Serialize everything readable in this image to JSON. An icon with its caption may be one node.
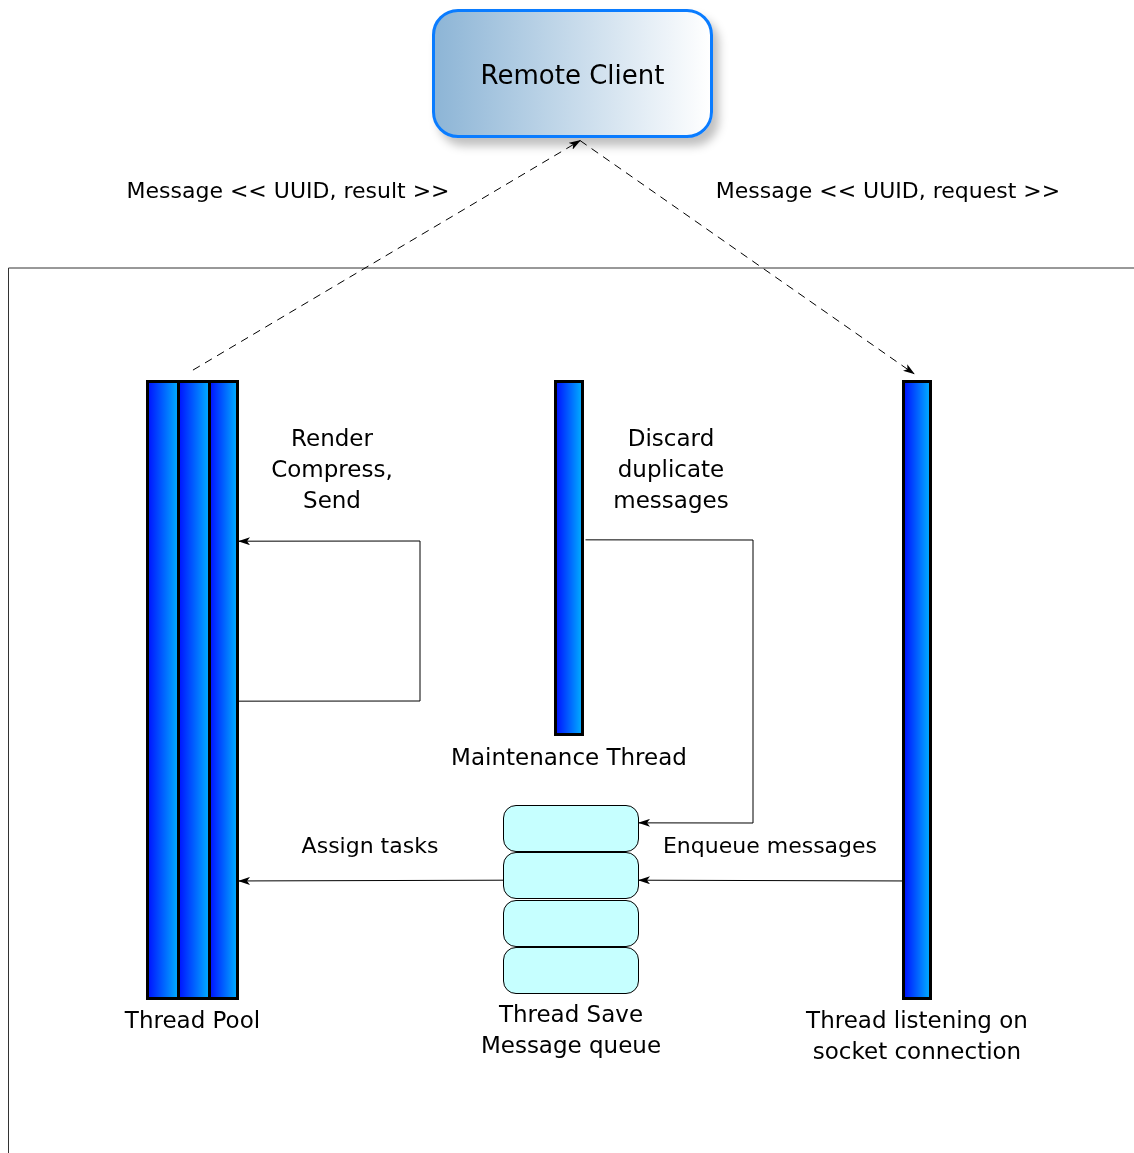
{
  "diagram": {
    "nodes": [
      {
        "text": [
          "Remote Client"
        ]
      },
      {
        "text": [
          "Thread Pool"
        ]
      },
      {
        "text": [
          "Maintenance Thread"
        ]
      },
      {
        "text": [
          "Thread listening on socket connection"
        ]
      },
      {
        "text": [
          "Thread Save Message queue"
        ]
      },
      {
        "text": [],
        "shape": "box",
        "in": 4
      },
      {
        "text": [],
        "shape": "box",
        "in": 4
      },
      {
        "text": [],
        "shape": "box",
        "in": 4
      },
      {
        "text": [],
        "shape": "box",
        "in": 4
      }
    ],
    "edges": [
      {
        "from": 1,
        "to": 0,
        "arrow": "to",
        "style": "dashed",
        "label": "Message << UUID, result >>"
      },
      {
        "from": 0,
        "to": 3,
        "arrow": "to",
        "style": "dashed",
        "label": "Message << UUID, request >>"
      },
      {
        "from": 1,
        "to": 1,
        "arrow": "to",
        "label": "Render Compress, Send"
      },
      {
        "from": 2,
        "to": 5,
        "arrow": "to",
        "label": "Discard duplicate messages"
      },
      {
        "from": 3,
        "to": 6,
        "arrow": "to",
        "label": "Enqueue messages"
      },
      {
        "from": 6,
        "to": 1,
        "arrow": "to",
        "label": "Assign tasks"
      }
    ]
  }
}
